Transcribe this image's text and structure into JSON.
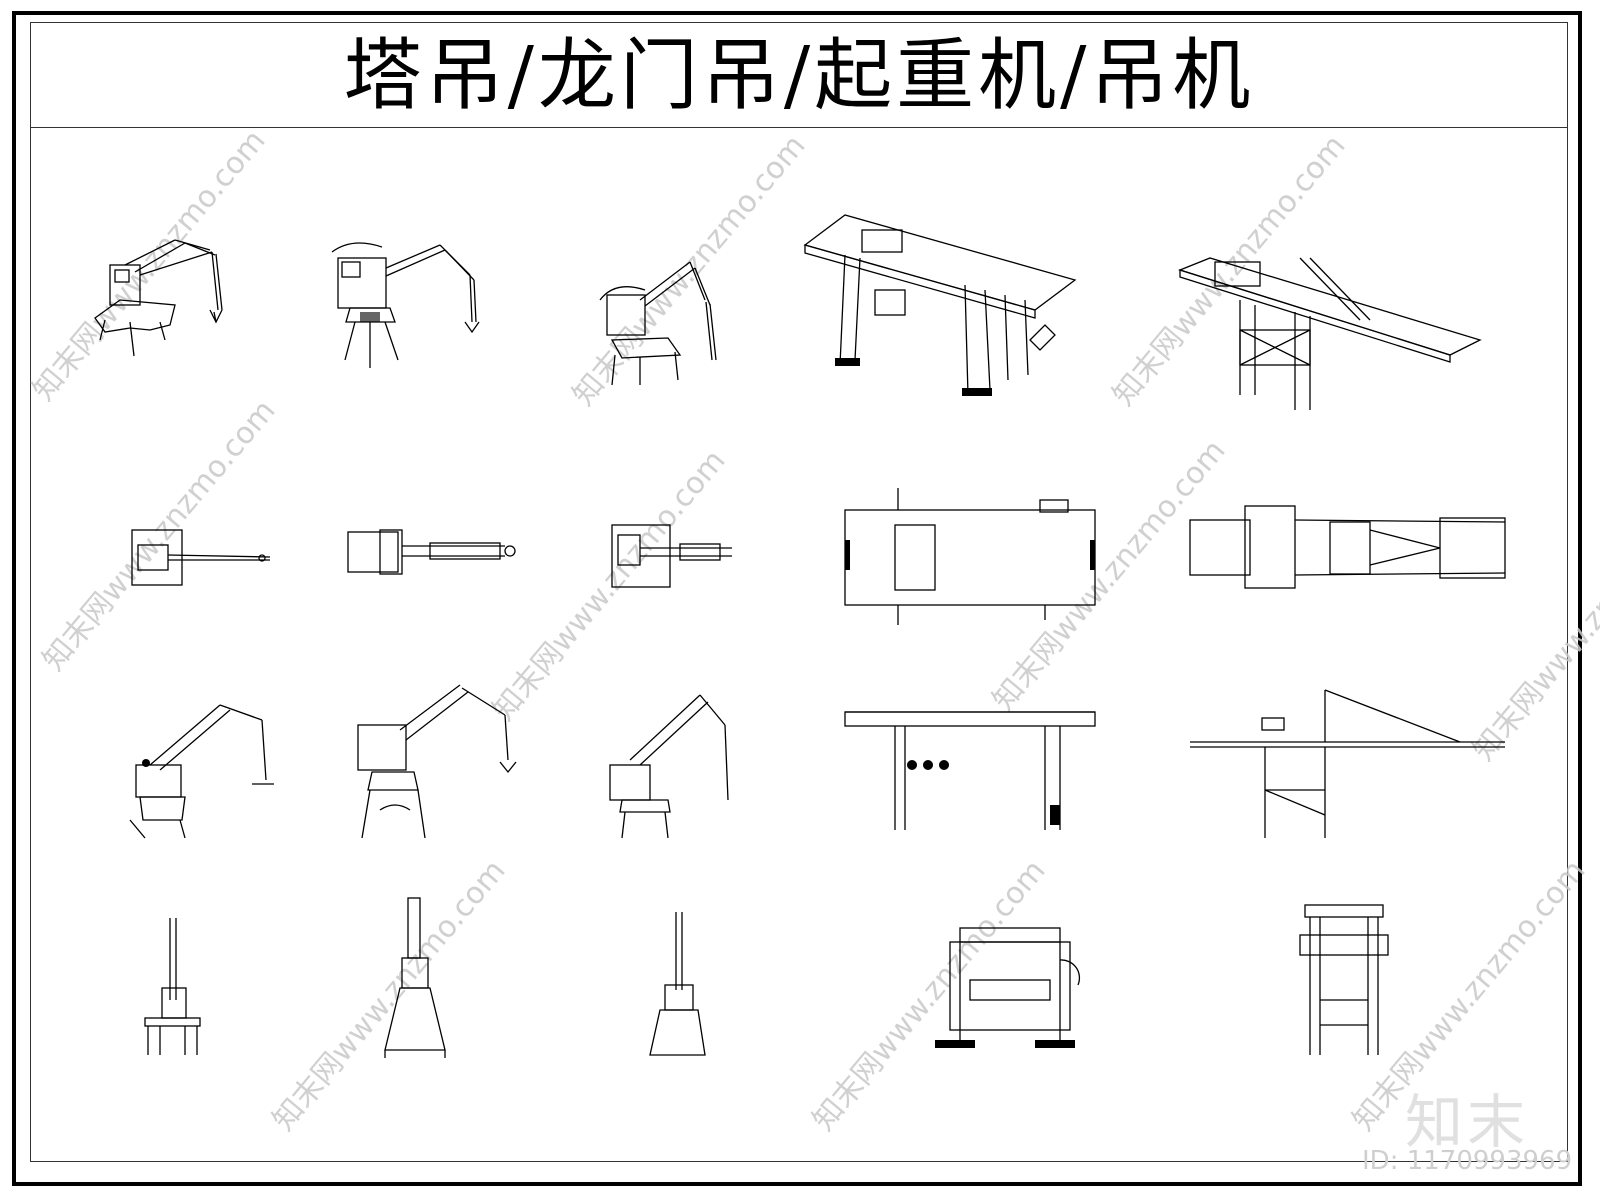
{
  "title": "塔吊/龙门吊/起重机/吊机",
  "watermarks": [
    "知末网www.znzmo.com"
  ],
  "logo_text": "知末",
  "id_text": "ID: 1170993969",
  "drawings": [
    "portal-crane-1-iso",
    "portal-crane-2-iso",
    "portal-crane-3-iso",
    "gantry-crane-iso",
    "quay-crane-iso",
    "portal-crane-1-plan",
    "portal-crane-2-plan",
    "portal-crane-3-plan",
    "gantry-crane-plan",
    "quay-crane-plan",
    "portal-crane-1-side",
    "portal-crane-2-side",
    "portal-crane-3-side",
    "gantry-crane-side",
    "quay-crane-side",
    "portal-crane-1-front",
    "portal-crane-2-front",
    "portal-crane-3-front",
    "gantry-crane-front",
    "quay-crane-front"
  ]
}
